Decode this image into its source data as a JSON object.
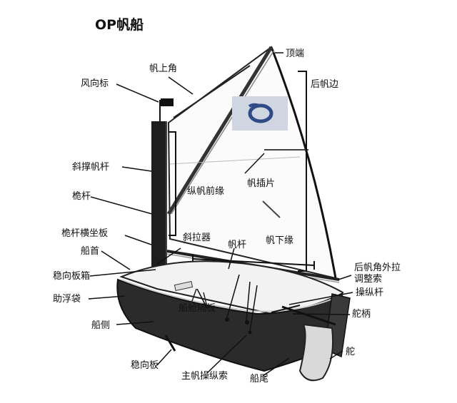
{
  "title": "OP帆船",
  "labels": {
    "head_corner": "帆上角",
    "peak": "顶端",
    "wind_vane": "风向标",
    "leech": "后帆边",
    "sprit": "斜撑帆杆",
    "batten": "帆插片",
    "mast": "桅杆",
    "luff": "纵帆前缘",
    "mast_thwart": "桅杆横坐板",
    "sprit_halyard": "斜拉器",
    "boom": "帆杆",
    "foot": "帆下缘",
    "bow": "船首",
    "outhaul_line1": "后帆角外拉",
    "outhaul_line2": "调整索",
    "centerboard_case": "稳向板箱",
    "tiller_extension": "操纵杆",
    "buoyancy_bag": "助浮袋",
    "bulkhead": "船舱隔板",
    "tiller": "舵柄",
    "hull_side": "船侧",
    "rudder": "舵",
    "centerboard": "稳向板",
    "mainsheet": "主帆操纵索",
    "stern": "船尾"
  },
  "colors": {
    "ink": "#111111",
    "sail_fill": "#ffffff",
    "hull_dark": "#2b2b2b",
    "logo_bg": "#cfd6e2",
    "logo_mark": "#2f4a86"
  },
  "icons": [
    "flag-icon",
    "class-logo-icon"
  ]
}
